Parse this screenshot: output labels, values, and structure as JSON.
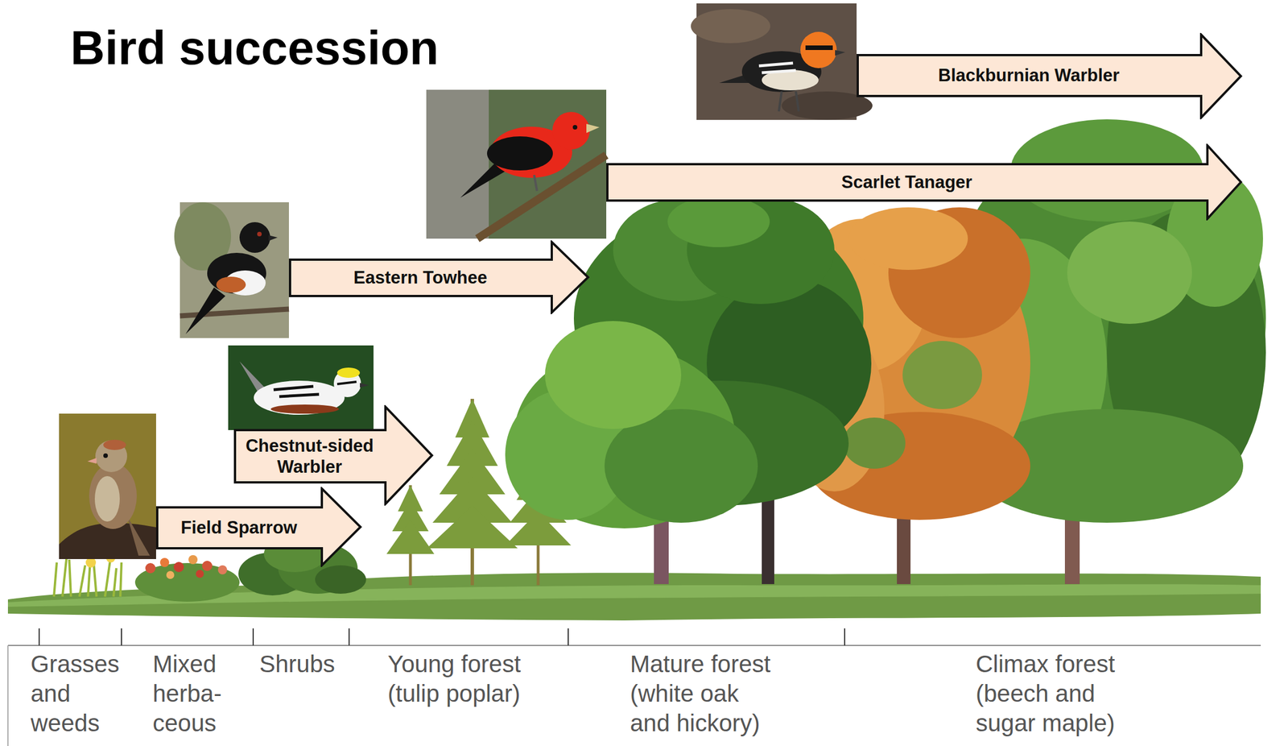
{
  "diagram": {
    "title": "Bird succession",
    "nodes": [
      {
        "text": [
          "Blackburnian Warbler"
        ]
      },
      {
        "text": [
          "Scarlet Tanager"
        ]
      },
      {
        "text": [
          "Eastern Towhee"
        ]
      },
      {
        "text": [
          "Chestnut-sided Warbler"
        ]
      },
      {
        "text": [
          "Field Sparrow"
        ]
      }
    ],
    "labels": [
      "Grasses and weeds",
      "Mixed herba- ceous",
      "Shrubs",
      "Young forest (tulip poplar)",
      "Mature forest (white oak and hickory)",
      "Climax forest (beech and sugar maple)"
    ]
  }
}
